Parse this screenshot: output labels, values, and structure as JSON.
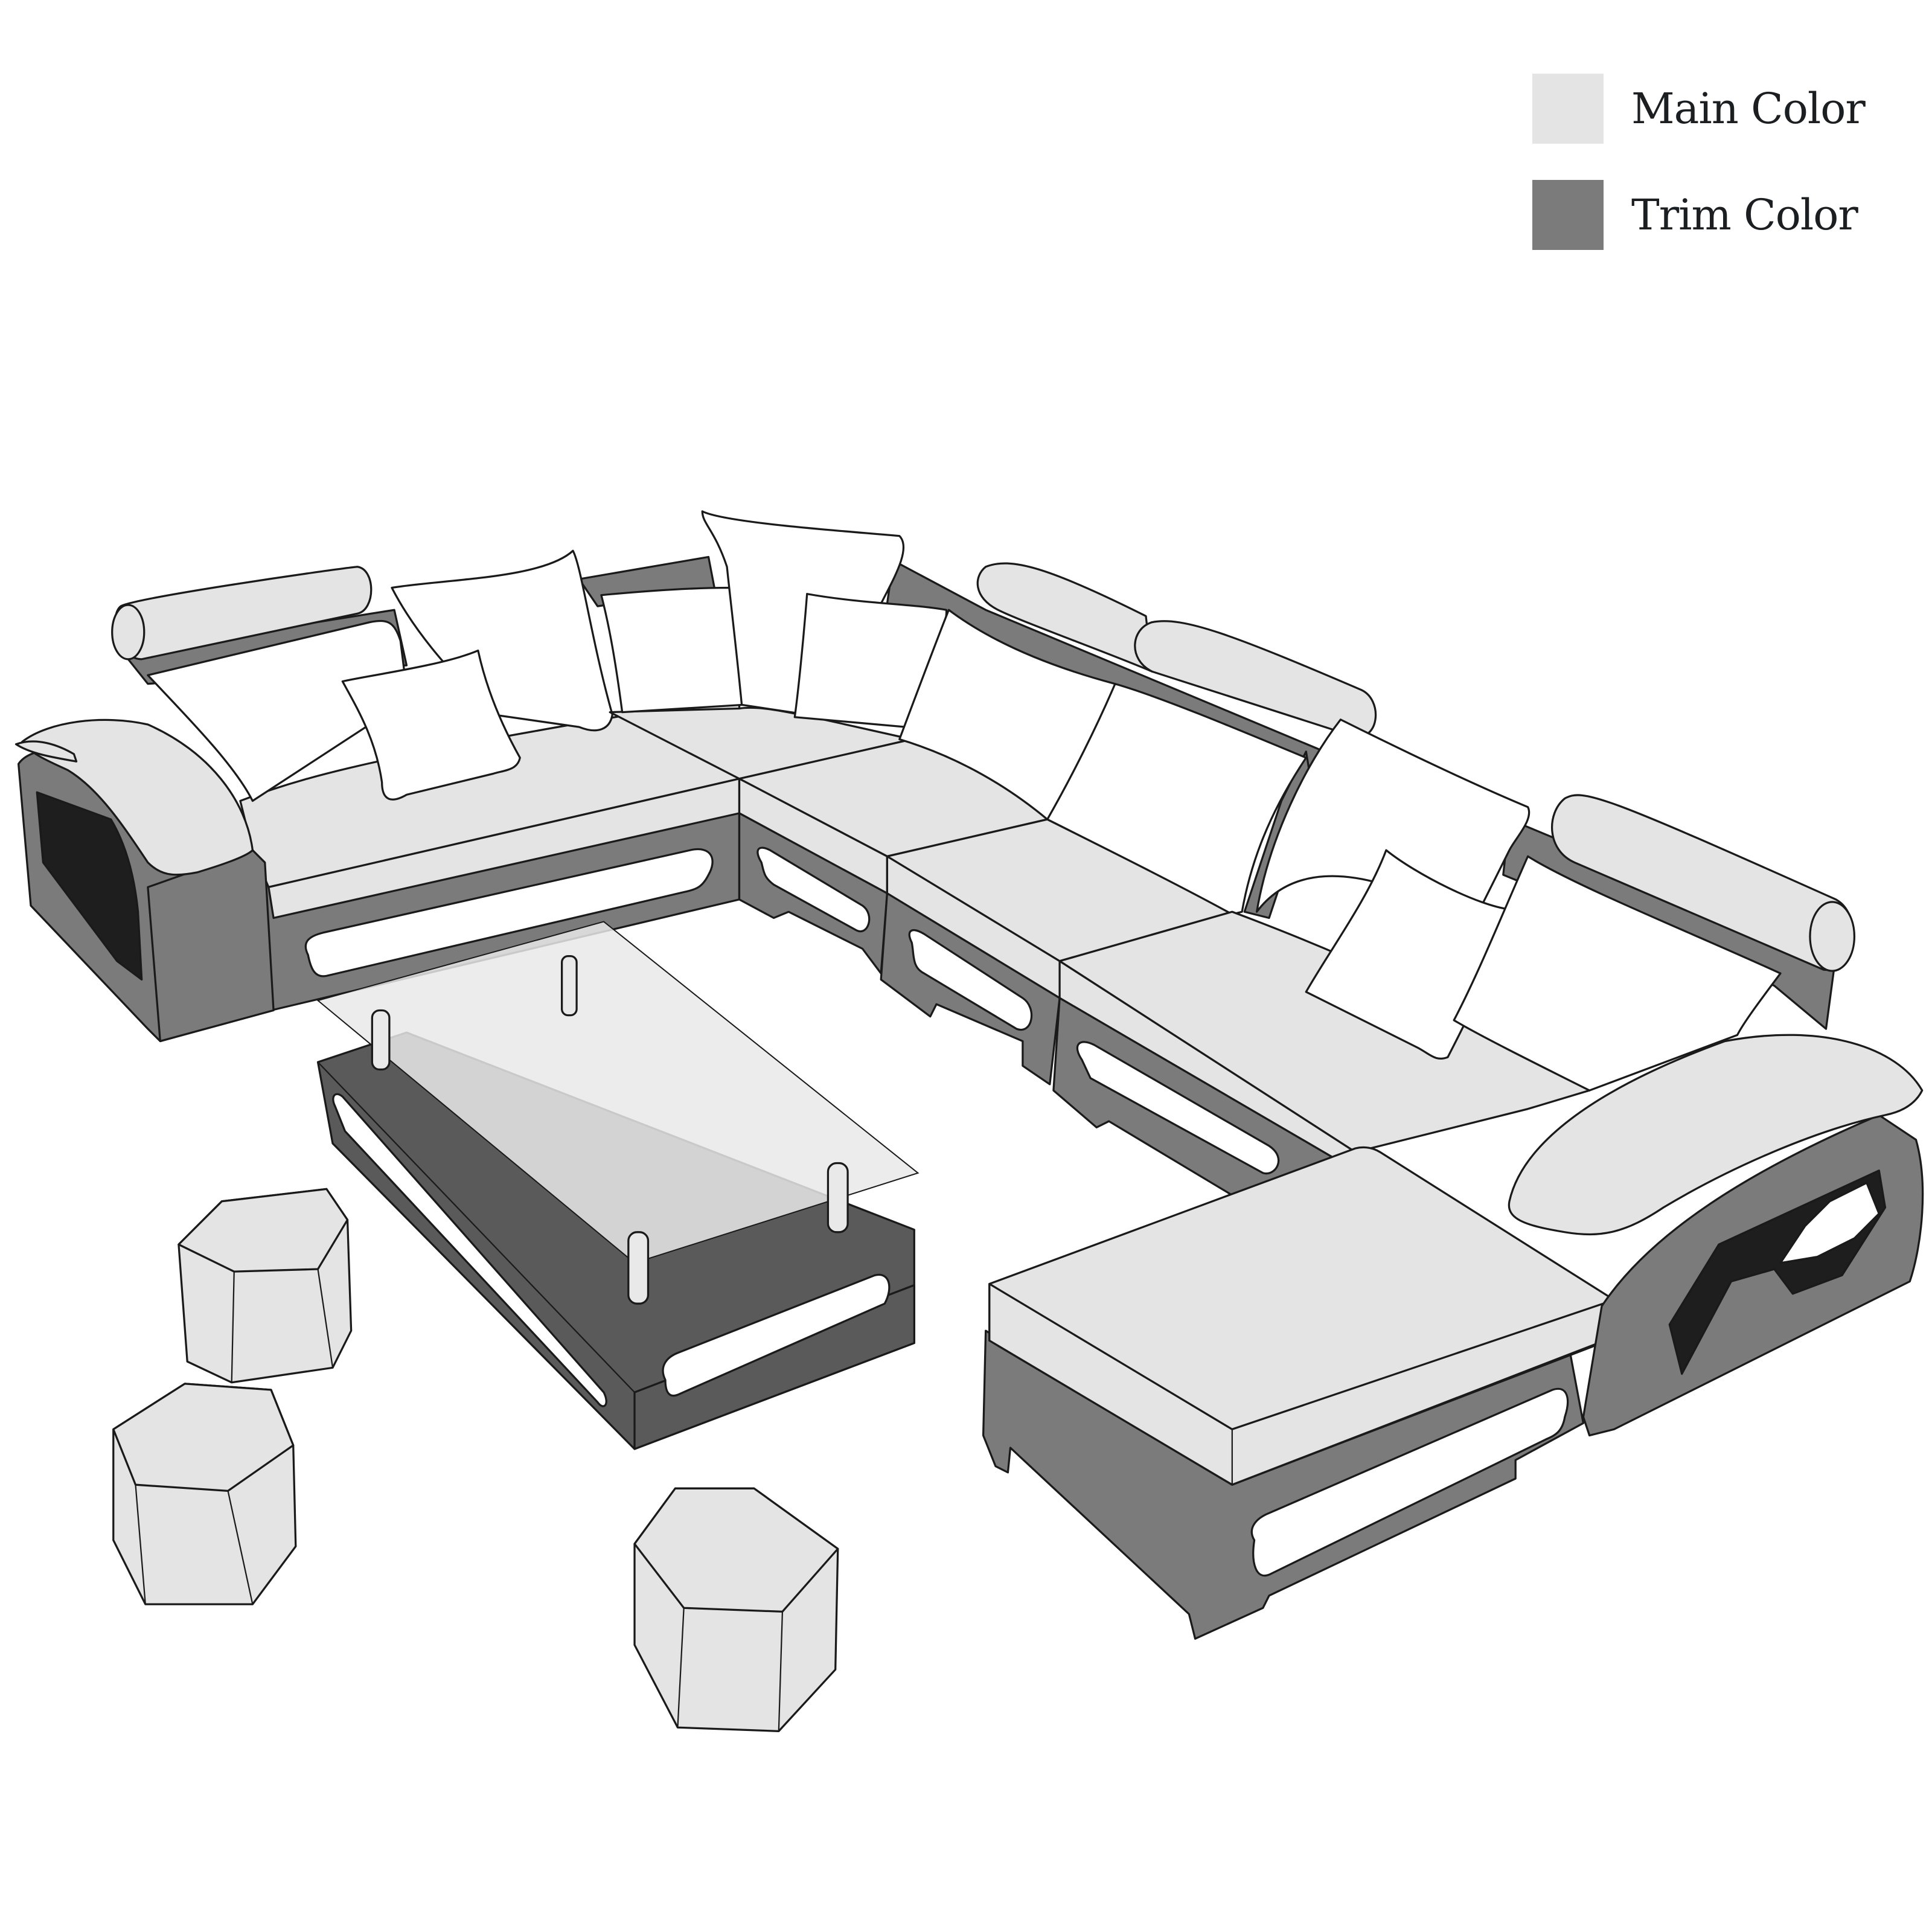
{
  "legend": {
    "items": [
      {
        "label": "Main Color",
        "color": "#e4e4e4"
      },
      {
        "label": "Trim Color",
        "color": "#7b7b7b"
      }
    ]
  },
  "palette": {
    "main": "#e4e4e4",
    "trim": "#7b7b7b",
    "pillow": "#ffffff",
    "panel_dark": "#1e1e1e",
    "table_base": "#5a5a5a",
    "glass": "#e9e9e9",
    "outline": "#1a1a1a"
  },
  "scene": {
    "description": "Sectional sofa set with coffee table and ottomans",
    "components": [
      "left-armrest",
      "left-seat-section",
      "corner-section",
      "middle-seat-section",
      "right-seat-section",
      "chaise-lounge",
      "right-armrest",
      "headrests",
      "throw-pillows",
      "glass-coffee-table",
      "hexagonal-ottoman-1",
      "hexagonal-ottoman-2",
      "hexagonal-ottoman-3"
    ],
    "pillow_count": 10,
    "ottoman_count": 3,
    "headrest_count": 4
  }
}
